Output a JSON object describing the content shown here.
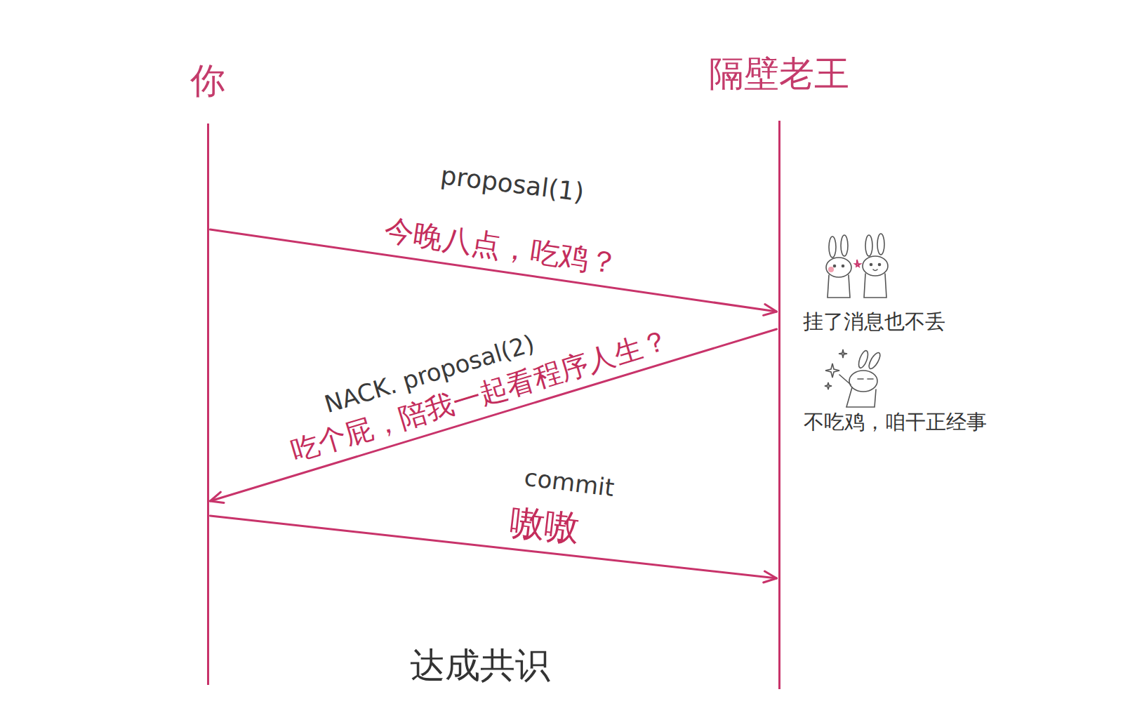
{
  "diagram": {
    "nodes": [
      {
        "text": [
          "你"
        ]
      },
      {
        "text": [
          "隔壁老王"
        ]
      }
    ],
    "edges": [
      {
        "from": 0,
        "to": 1,
        "arrow": "to",
        "label": "proposal(1)"
      },
      {
        "from": 1,
        "to": 0,
        "arrow": "to",
        "label": "NACK. proposal(2)"
      },
      {
        "from": 0,
        "to": 1,
        "arrow": "to",
        "label": "commit"
      }
    ],
    "labels": [
      "今晚八点，吃鸡？",
      "吃个屁，陪我一起看程序人生？",
      "嗷嗷",
      "挂了消息也不丢",
      "不吃鸡，咱干正经事",
      "达成共识"
    ]
  }
}
